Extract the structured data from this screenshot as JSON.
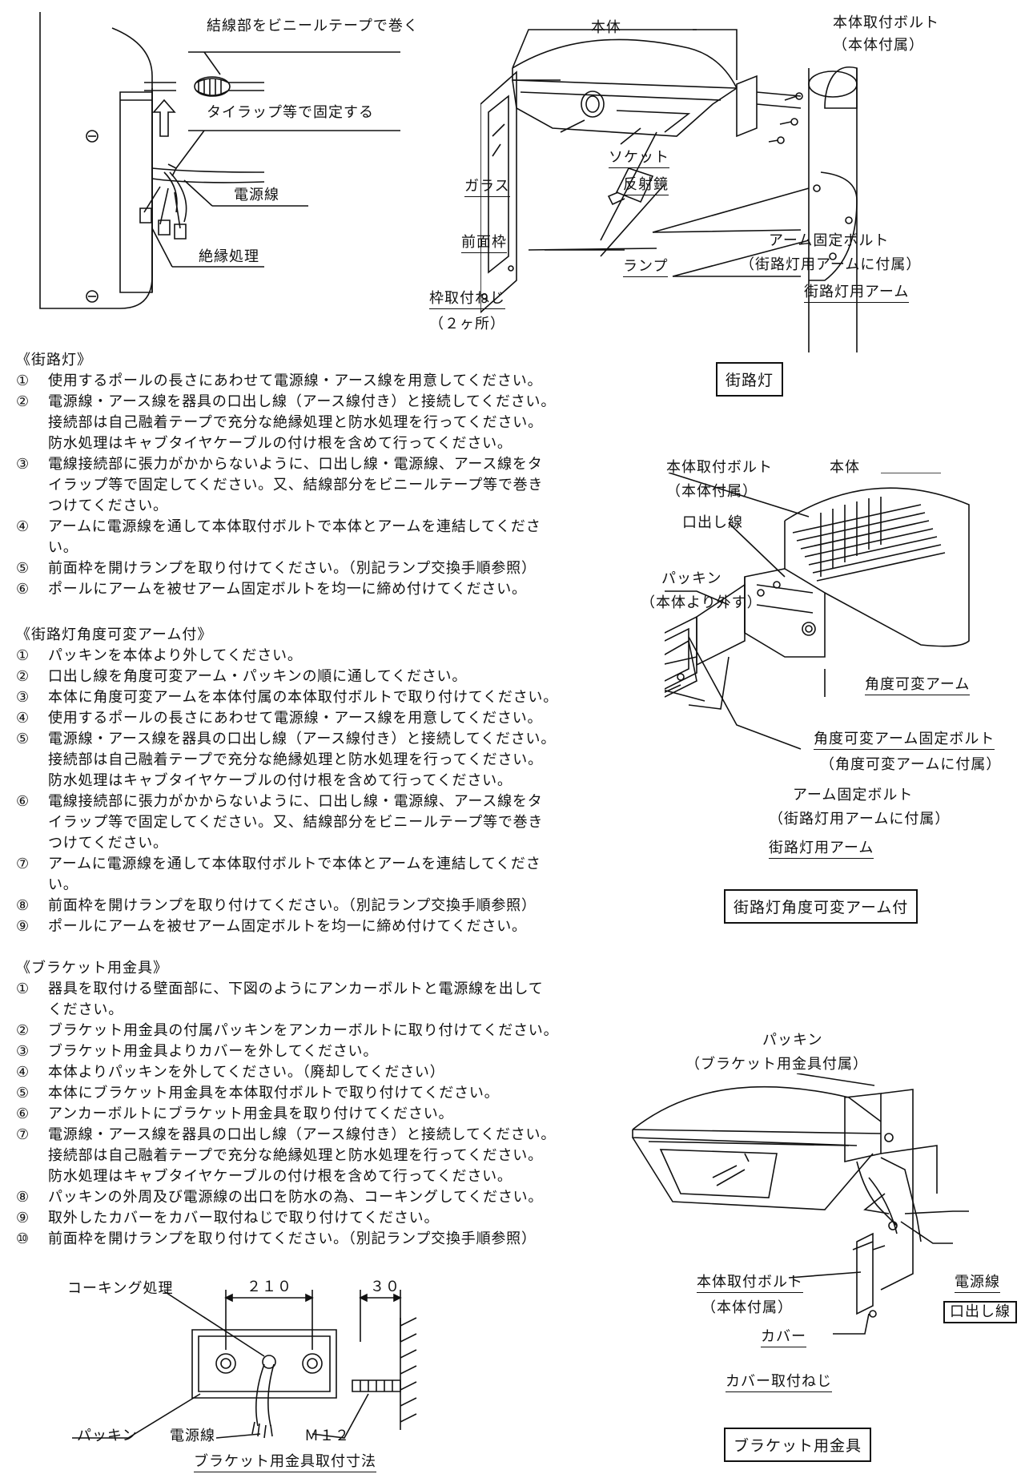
{
  "labels": {
    "wrap_tape": "結線部をビニールテープで巻く",
    "tie_wrap": "タイラップ等で固定する",
    "power_line_top": "電源線",
    "insulation": "絶縁処理",
    "body": "本体",
    "body_bolt": "本体取付ボルト",
    "body_bolt_note": "（本体付属）",
    "socket": "ソケット",
    "reflector": "反射鏡",
    "glass": "ガラス",
    "front_frame": "前面枠",
    "lamp": "ランプ",
    "frame_screw": "枠取付ねじ",
    "frame_screw_note": "（２ヶ所）",
    "arm_bolt": "アーム固定ボルト",
    "arm_bolt_note": "（街路灯用アームに付属）",
    "street_arm": "街路灯用アーム",
    "caption_street": "街路灯",
    "mid_body_bolt": "本体取付ボルト",
    "mid_body_bolt_note": "（本体付属）",
    "mid_body": "本体",
    "lead_wire": "口出し線",
    "packing": "パッキン",
    "packing_note": "（本体より外す）",
    "angle_arm": "角度可変アーム",
    "angle_arm_bolt": "角度可変アーム固定ボルト",
    "angle_arm_bolt_note": "（角度可変アームに付属）",
    "mid_arm_bolt": "アーム固定ボルト",
    "mid_arm_bolt_note": "（街路灯用アームに付属）",
    "mid_street_arm": "街路灯用アーム",
    "caption_angle": "街路灯角度可変アーム付",
    "br_packing": "パッキン",
    "br_packing_note": "（ブラケット用金具付属）",
    "br_body_bolt": "本体取付ボルト",
    "br_body_bolt_note": "（本体付属）",
    "br_power": "電源線",
    "br_lead": "口出し線",
    "br_cover": "カバー",
    "br_cover_screw": "カバー取付ねじ",
    "caption_bracket": "ブラケット用金具",
    "caulking": "コーキング処理",
    "dim_210": "２１０",
    "dim_30": "３０",
    "bottom_packing": "パッキン",
    "bottom_power": "電源線",
    "m12": "Ｍ１２",
    "caption_dims": "ブラケット用金具取付寸法"
  },
  "sections": [
    {
      "title": "《街路灯》",
      "steps": [
        {
          "num": "①",
          "text": "使用するポールの長さにあわせて電源線・アース線を用意してください。"
        },
        {
          "num": "②",
          "text": "電源線・アース線を器具の口出し線（アース線付き）と接続してください。\n接続部は自己融着テープで充分な絶縁処理と防水処理を行ってください。\n防水処理はキャブタイヤケーブルの付け根を含めて行ってください。"
        },
        {
          "num": "③",
          "text": "電線接続部に張力がかからないように、口出し線・電源線、アース線をタ\nイラップ等で固定してください。又、結線部分をビニールテープ等で巻き\nつけてください。"
        },
        {
          "num": "④",
          "text": "アームに電源線を通して本体取付ボルトで本体とアームを連結してくださ\nい。"
        },
        {
          "num": "⑤",
          "text": "前面枠を開けランプを取り付けてください。（別記ランプ交換手順参照）"
        },
        {
          "num": "⑥",
          "text": "ポールにアームを被せアーム固定ボルトを均一に締め付けてください。"
        }
      ]
    },
    {
      "title": "《街路灯角度可変アーム付》",
      "steps": [
        {
          "num": "①",
          "text": "パッキンを本体より外してください。"
        },
        {
          "num": "②",
          "text": "口出し線を角度可変アーム・パッキンの順に通してください。"
        },
        {
          "num": "③",
          "text": "本体に角度可変アームを本体付属の本体取付ボルトで取り付けてください。"
        },
        {
          "num": "④",
          "text": "使用するポールの長さにあわせて電源線・アース線を用意してください。"
        },
        {
          "num": "⑤",
          "text": "電源線・アース線を器具の口出し線（アース線付き）と接続してください。\n接続部は自己融着テープで充分な絶縁処理と防水処理を行ってください。\n防水処理はキャブタイヤケーブルの付け根を含めて行ってください。"
        },
        {
          "num": "⑥",
          "text": "電線接続部に張力がかからないように、口出し線・電源線、アース線をタ\nイラップ等で固定してください。又、結線部分をビニールテープ等で巻き\nつけてください。"
        },
        {
          "num": "⑦",
          "text": "アームに電源線を通して本体取付ボルトで本体とアームを連結してくださ\nい。"
        },
        {
          "num": "⑧",
          "text": "前面枠を開けランプを取り付けてください。（別記ランプ交換手順参照）"
        },
        {
          "num": "⑨",
          "text": "ポールにアームを被せアーム固定ボルトを均一に締め付けてください。"
        }
      ]
    },
    {
      "title": "《ブラケット用金具》",
      "steps": [
        {
          "num": "①",
          "text": "器具を取付ける壁面部に、下図のようにアンカーボルトと電源線を出して\nください。"
        },
        {
          "num": "②",
          "text": "ブラケット用金具の付属パッキンをアンカーボルトに取り付けてください。"
        },
        {
          "num": "③",
          "text": "ブラケット用金具よりカバーを外してください。"
        },
        {
          "num": "④",
          "text": "本体よりパッキンを外してください。（廃却してください）"
        },
        {
          "num": "⑤",
          "text": "本体にブラケット用金具を本体取付ボルトで取り付けてください。"
        },
        {
          "num": "⑥",
          "text": "アンカーボルトにブラケット用金具を取り付けてください。"
        },
        {
          "num": "⑦",
          "text": "電源線・アース線を器具の口出し線（アース線付き）と接続してください。\n接続部は自己融着テープで充分な絶縁処理と防水処理を行ってください。\n防水処理はキャブタイヤケーブルの付け根を含めて行ってください。"
        },
        {
          "num": "⑧",
          "text": "パッキンの外周及び電源線の出口を防水の為、コーキングしてください。"
        },
        {
          "num": "⑨",
          "text": "取外したカバーをカバー取付ねじで取り付けてください。"
        },
        {
          "num": "⑩",
          "text": "前面枠を開けランプを取り付けてください。（別記ランプ交換手順参照）"
        }
      ]
    }
  ]
}
